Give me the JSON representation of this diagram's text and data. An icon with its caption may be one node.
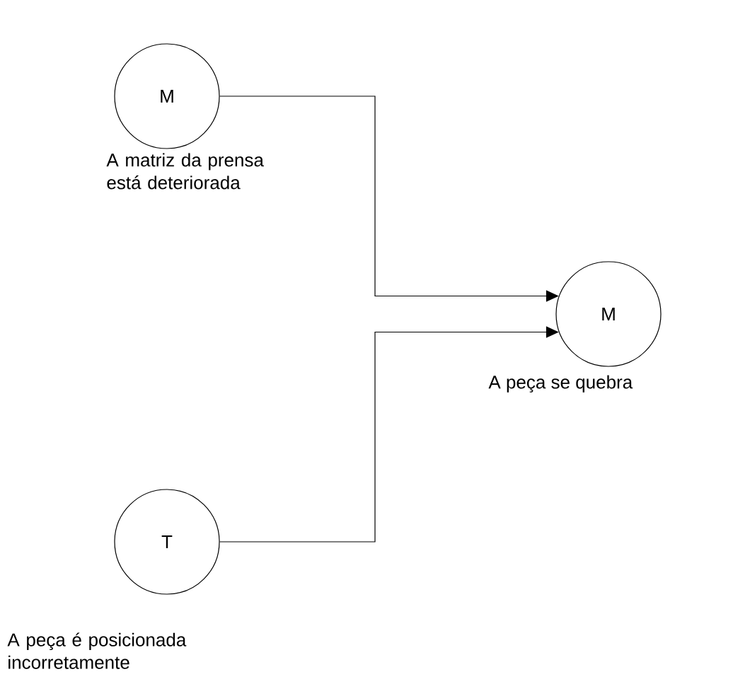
{
  "diagram": {
    "nodes": [
      {
        "text": [
          "M"
        ],
        "beside": [
          "A matriz da prensa está deteriorada"
        ]
      },
      {
        "text": [
          "M"
        ],
        "beside": [
          "A peça se quebra"
        ]
      },
      {
        "text": [
          "T"
        ],
        "beside": [
          "A peça é posicionada incorretamente"
        ]
      }
    ],
    "edges": [
      {
        "from": 0,
        "to": 1,
        "arrow": "to"
      },
      {
        "from": 2,
        "to": 1,
        "arrow": "to"
      }
    ]
  }
}
